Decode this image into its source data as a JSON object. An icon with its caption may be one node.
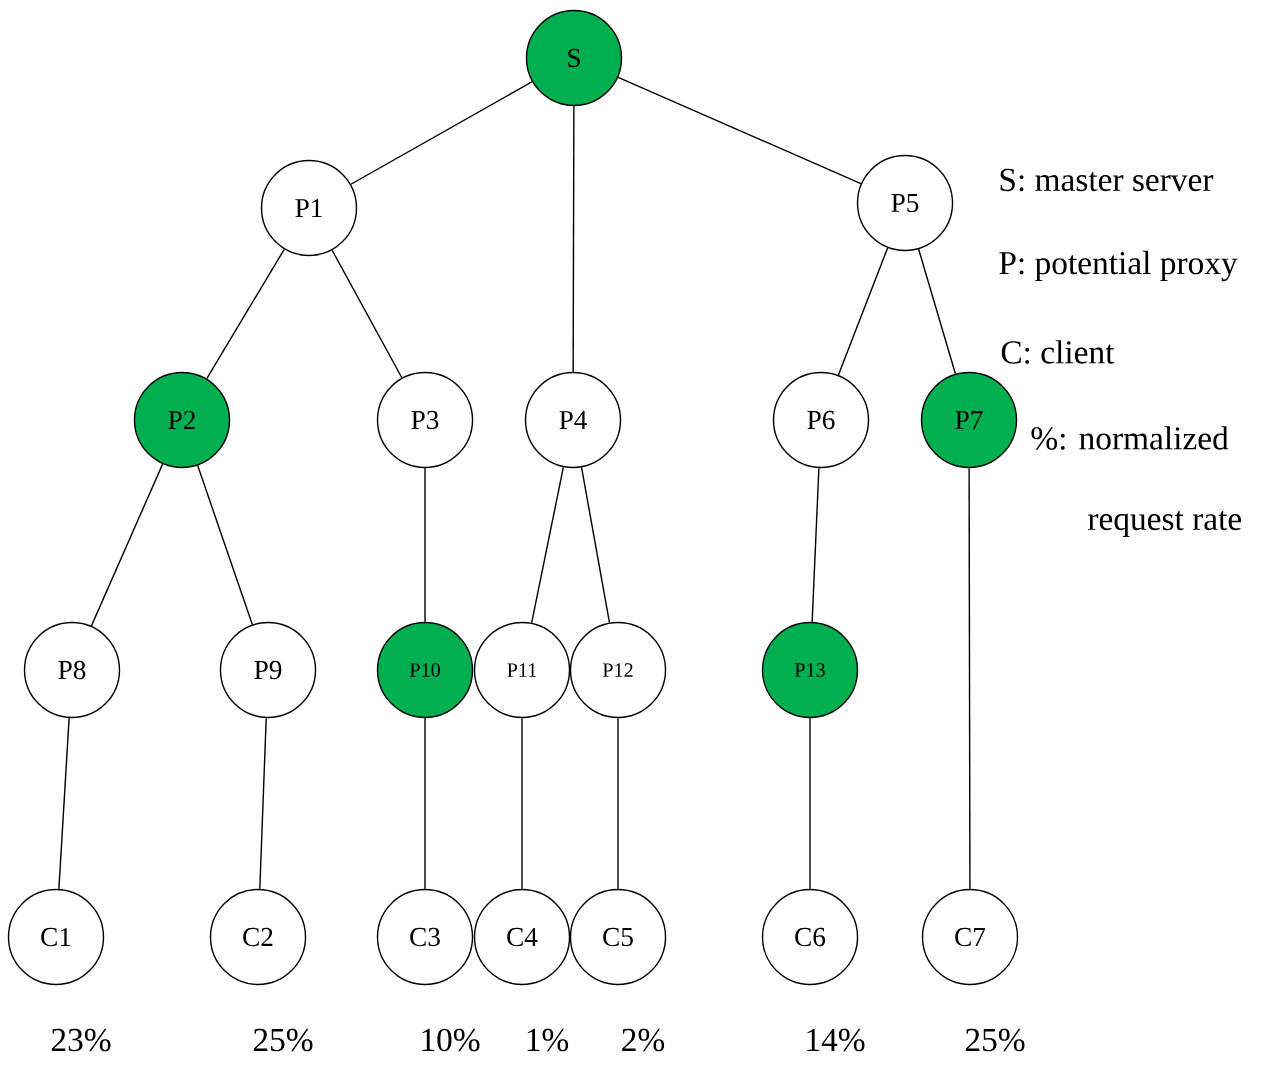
{
  "diagram": {
    "nodes": [
      {
        "text": [
          "S"
        ]
      },
      {
        "text": [
          "P1"
        ]
      },
      {
        "text": [
          "P2"
        ]
      },
      {
        "text": [
          "P3"
        ]
      },
      {
        "text": [
          "P4"
        ]
      },
      {
        "text": [
          "P5"
        ]
      },
      {
        "text": [
          "P6"
        ]
      },
      {
        "text": [
          "P7"
        ]
      },
      {
        "text": [
          "P8"
        ]
      },
      {
        "text": [
          "P9"
        ]
      },
      {
        "text": [
          "P10"
        ]
      },
      {
        "text": [
          "P11"
        ]
      },
      {
        "text": [
          "P12"
        ]
      },
      {
        "text": [
          "P13"
        ]
      },
      {
        "text": [
          "C1"
        ],
        "beside": [
          "23%"
        ]
      },
      {
        "text": [
          "C2"
        ],
        "beside": [
          "25%"
        ]
      },
      {
        "text": [
          "C3"
        ],
        "beside": [
          "10%"
        ]
      },
      {
        "text": [
          "C4"
        ],
        "beside": [
          "1%"
        ]
      },
      {
        "text": [
          "C5"
        ],
        "beside": [
          "2%"
        ]
      },
      {
        "text": [
          "C6"
        ],
        "beside": [
          "14%"
        ]
      },
      {
        "text": [
          "C7"
        ],
        "beside": [
          "25%"
        ]
      }
    ],
    "edges": [
      {
        "from": 0,
        "to": 1,
        "arrow": "none"
      },
      {
        "from": 0,
        "to": 4,
        "arrow": "none"
      },
      {
        "from": 0,
        "to": 5,
        "arrow": "none"
      },
      {
        "from": 1,
        "to": 2,
        "arrow": "none"
      },
      {
        "from": 1,
        "to": 3,
        "arrow": "none"
      },
      {
        "from": 5,
        "to": 6,
        "arrow": "none"
      },
      {
        "from": 5,
        "to": 7,
        "arrow": "none"
      },
      {
        "from": 2,
        "to": 8,
        "arrow": "none"
      },
      {
        "from": 2,
        "to": 9,
        "arrow": "none"
      },
      {
        "from": 3,
        "to": 10,
        "arrow": "none"
      },
      {
        "from": 4,
        "to": 11,
        "arrow": "none"
      },
      {
        "from": 4,
        "to": 12,
        "arrow": "none"
      },
      {
        "from": 6,
        "to": 13,
        "arrow": "none"
      },
      {
        "from": 7,
        "to": 20,
        "arrow": "none"
      },
      {
        "from": 8,
        "to": 14,
        "arrow": "none"
      },
      {
        "from": 9,
        "to": 15,
        "arrow": "none"
      },
      {
        "from": 10,
        "to": 16,
        "arrow": "none"
      },
      {
        "from": 11,
        "to": 17,
        "arrow": "none"
      },
      {
        "from": 12,
        "to": 18,
        "arrow": "none"
      },
      {
        "from": 13,
        "to": 19,
        "arrow": "none"
      }
    ],
    "labels": [
      "S: master server",
      "P: potential proxy",
      "C: client",
      "%: normalized",
      "request rate"
    ]
  }
}
